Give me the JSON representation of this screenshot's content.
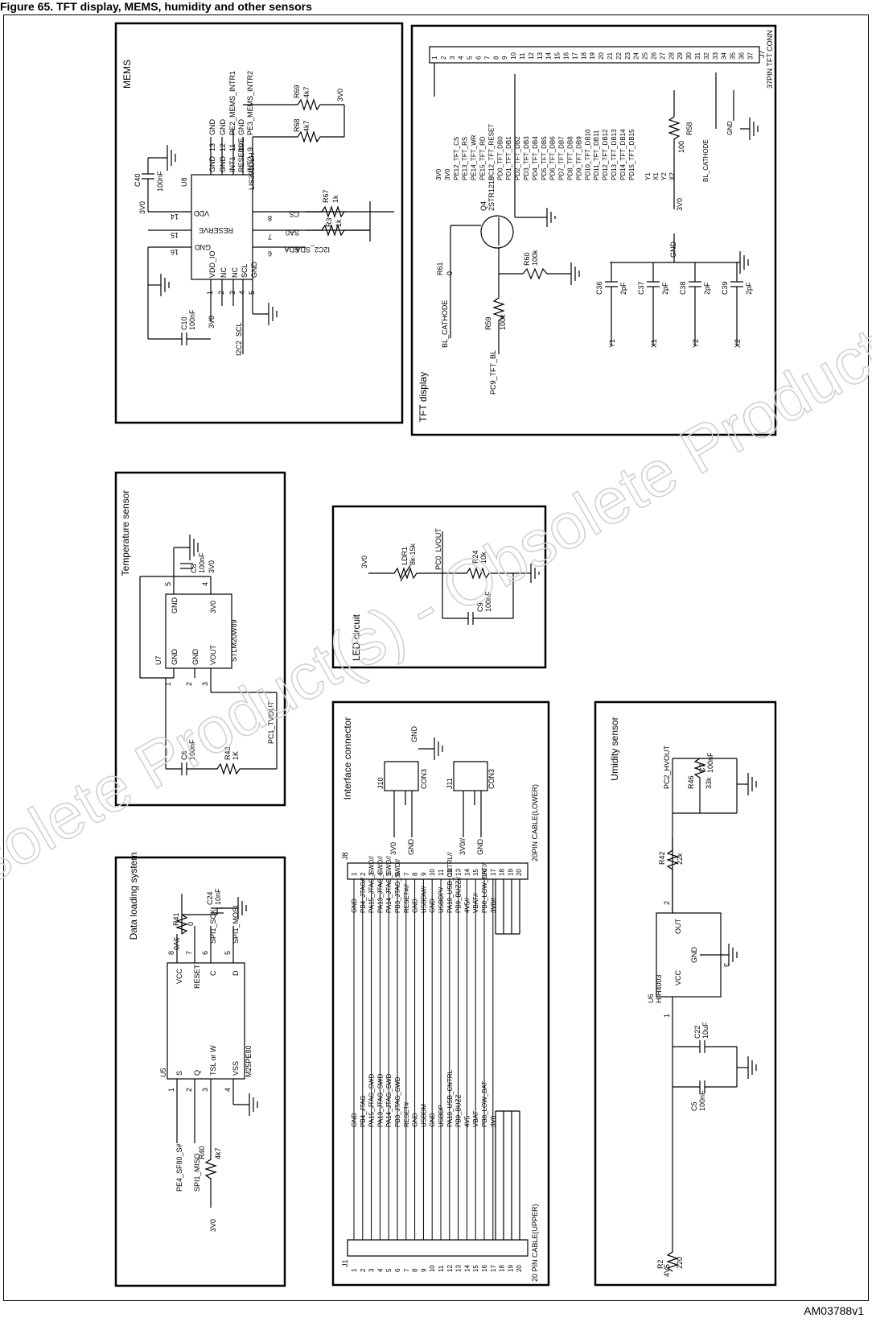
{
  "header": {
    "title": "Figure 65. TFT display, MEMS, humidity and other sensors"
  },
  "footer": {
    "code": "AM03788v1"
  },
  "watermark": {
    "text": "Obsolete Product(s) - Obsolete Product(s)"
  },
  "panels": {
    "mems": {
      "title": "MEMS",
      "chip_ref": "U8",
      "chip_part": "LIS331DLH",
      "pins_left": [
        {
          "num": "1",
          "name": "VDD_IO",
          "net": "3V0"
        },
        {
          "num": "2",
          "name": "NC",
          "net": ""
        },
        {
          "num": "3",
          "name": "NC",
          "net": ""
        },
        {
          "num": "4",
          "name": "SCL",
          "net": "I2C2_SCL"
        },
        {
          "num": "5",
          "name": "GND",
          "net": ""
        }
      ],
      "pins_bottom": [
        {
          "num": "6",
          "name": "SDA",
          "net": "I2C2_SDA"
        },
        {
          "num": "7",
          "name": "SA0",
          "net": ""
        },
        {
          "num": "8",
          "name": "CS",
          "net": ""
        }
      ],
      "pins_right": [
        {
          "num": "9",
          "name": "INT2",
          "net": "PE3_MEMS_INTR2"
        },
        {
          "num": "10",
          "name": "RESERVE",
          "net": "GND"
        },
        {
          "num": "11",
          "name": "INT1",
          "net": "PE2_MEMS_INTR1"
        },
        {
          "num": "12",
          "name": "GND",
          "net": "GND"
        },
        {
          "num": "13",
          "name": "GND",
          "net": "GND"
        }
      ],
      "pins_top": [
        {
          "num": "14",
          "name": "VDD",
          "net": "3V0"
        },
        {
          "num": "15",
          "name": "RESERVE",
          "net": ""
        },
        {
          "num": "16",
          "name": "GND",
          "net": ""
        }
      ],
      "components": [
        {
          "ref": "C10",
          "value": "100nF"
        },
        {
          "ref": "C40",
          "value": "100nF"
        },
        {
          "ref": "R67",
          "value": "1k"
        },
        {
          "ref": "R3",
          "value": "1k"
        },
        {
          "ref": "R68",
          "value": "4k7"
        },
        {
          "ref": "R69",
          "value": "4k7"
        }
      ],
      "net_3v0": "3V0"
    },
    "tft": {
      "title": "TFT display",
      "connector_ref": "J7",
      "connector_name": "37PIN TFT CONN",
      "pins": [
        "1",
        "2",
        "3",
        "4",
        "5",
        "6",
        "7",
        "8",
        "9",
        "10",
        "11",
        "12",
        "13",
        "14",
        "15",
        "16",
        "17",
        "18",
        "19",
        "20",
        "21",
        "22",
        "23",
        "24",
        "25",
        "26",
        "27",
        "28",
        "29",
        "30",
        "31",
        "32",
        "33",
        "34",
        "35",
        "36",
        "37"
      ],
      "nets": [
        "3V0",
        "3V0",
        "PE12_TFT_CS",
        "PE13_TFT_RS",
        "PE14_TFT_WR",
        "PE15_TFT_RD",
        "PC12_TFT_RESET",
        "PD0_TFT_DB0",
        "PD1_TFT_DB1",
        "PD2_TFT_DB2",
        "PD3_TFT_DB3",
        "PD4_TFT_DB4",
        "PD5_TFT_DB5",
        "PD6_TFT_DB6",
        "PD7_TFT_DB7",
        "PD8_TFT_DB8",
        "PD9_TFT_DB9",
        "PD10_TFT_DB10",
        "PD11_TFT_DB11",
        "PD12_TFT_DB12",
        "PD13_TFT_DB13",
        "PD14_TFT_DB14",
        "PD15_TFT_DB15",
        "Y1",
        "X1",
        "Y2",
        "X2",
        "BL_CATHODE",
        "GND"
      ],
      "transistor_ref": "Q4",
      "transistor_part": "2STR1215",
      "components": [
        {
          "ref": "R61",
          "value": "0"
        },
        {
          "ref": "R60",
          "value": "100k"
        },
        {
          "ref": "R59",
          "value": "100k"
        },
        {
          "ref": "R58",
          "value": "100"
        },
        {
          "ref": "C36",
          "value": "2pF"
        },
        {
          "ref": "C37",
          "value": "2pF"
        },
        {
          "ref": "C38",
          "value": "2pF"
        },
        {
          "ref": "C39",
          "value": "2pF"
        }
      ],
      "cap_nets": [
        "Y1",
        "X1",
        "Y2",
        "X2"
      ],
      "bl_cathode": "BL_CATHODE",
      "bl_net": "PC9_TFT_BL",
      "gnd": "GND",
      "v3": "3V0"
    },
    "temp": {
      "title": "Temperature sensor",
      "chip_ref": "U7",
      "chip_part": "STLM20W89",
      "pins": [
        "GND",
        "GND",
        "GND",
        "VOUT",
        "3V0"
      ],
      "pin_nums": [
        "1",
        "2",
        "3",
        "4",
        "5"
      ],
      "components": [
        {
          "ref": "C8",
          "value": "100nF"
        },
        {
          "ref": "C6",
          "value": "100nF"
        },
        {
          "ref": "R43",
          "value": "1K"
        }
      ],
      "net_out": "PC1_TVOUT",
      "net_v": "3V0"
    },
    "led": {
      "title": "LED circuit",
      "net_v": "3V0",
      "net_out": "PC0_LVOUT",
      "components": [
        {
          "ref": "LDR1",
          "value": "8k-15k"
        },
        {
          "ref": "R24",
          "value": "10k"
        },
        {
          "ref": "C9",
          "value": "100nF"
        }
      ]
    },
    "data": {
      "title": "Data loading system",
      "chip_ref": "U5",
      "chip_part": "M25PE80",
      "left_pins": [
        {
          "num": "1",
          "name": "S",
          "net": "PE4_SF80_S#"
        },
        {
          "num": "2",
          "name": "Q",
          "net": "SPI1_MISO"
        },
        {
          "num": "3",
          "name": "TSL or W",
          "net": "3V0"
        },
        {
          "num": "4",
          "name": "VSS",
          "net": ""
        }
      ],
      "right_pins": [
        {
          "num": "8",
          "name": "VCC",
          "net": "3V0"
        },
        {
          "num": "7",
          "name": "RESET",
          "net": ""
        },
        {
          "num": "6",
          "name": "C",
          "net": "SPI1_SCK"
        },
        {
          "num": "5",
          "name": "D",
          "net": "SPI1_MOSI"
        }
      ],
      "components": [
        {
          "ref": "R41",
          "value": "0"
        },
        {
          "ref": "C24",
          "value": "10nF"
        },
        {
          "ref": "R40",
          "value": "4k7"
        }
      ]
    },
    "iface": {
      "title": "Interface connector",
      "j1_ref": "J1",
      "j1_name": "20 PIN CABLE(UPPER)",
      "j8_ref": "J8",
      "j8_name": "20PIN CABLE(LOWER)",
      "pins": [
        "1",
        "2",
        "3",
        "4",
        "5",
        "6",
        "7",
        "8",
        "9",
        "10",
        "11",
        "12",
        "13",
        "14",
        "15",
        "16",
        "17",
        "18",
        "19",
        "20"
      ],
      "nets_left": [
        "GND",
        "PB4_JTAG",
        "PA15_JTAG_SWD",
        "PA13_JTAG_SWD",
        "PA14_JTAG_SWD",
        "PB3_JTAG_SWD",
        "RESET#",
        "GND",
        "USBDM",
        "GND",
        "USBDP",
        "PA10_USB_CNTRL",
        "PB9_BUZZ",
        "4V5",
        "VBAT",
        "PB8_LOW_BAT",
        "3V0",
        "",
        "",
        ""
      ],
      "nets_right": [
        "GND",
        "PB4_JTAG//",
        "PA15_JTAG_SWD//",
        "PA13_JTAG_SWD//",
        "PA14_JTAG_SWD//",
        "PB3_JTAG_SWD//",
        "RESET#//",
        "GND",
        "USBDM//",
        "GND",
        "USBDP//",
        "PA10_USB_CNTRL//",
        "PB9_BUZZ//",
        "4V5//",
        "VBAT//",
        "PB8_LOW_BAT//",
        "3V0//",
        "",
        "",
        ""
      ],
      "j10_ref": "J10",
      "j10_name": "CON3",
      "j11_ref": "J11",
      "j11_name": "CON3",
      "j10_nets": [
        "3V0",
        "GND"
      ],
      "j11_nets": [
        "3V0//",
        "GND"
      ],
      "gnd": "GND"
    },
    "humid": {
      "title": "Umidity sensor",
      "chip_ref": "U6",
      "chip_part": "HIH4003",
      "pins": [
        {
          "num": "1",
          "name": "VCC"
        },
        {
          "num": "3",
          "name": "GND"
        },
        {
          "num": "2",
          "name": "OUT"
        }
      ],
      "net_out": "PC2_HVOUT",
      "net_in": "4V5",
      "components": [
        {
          "ref": "R2",
          "value": "220"
        },
        {
          "ref": "C5",
          "value": "100nF"
        },
        {
          "ref": "C22",
          "value": "10uF"
        },
        {
          "ref": "R42",
          "value": "22k"
        },
        {
          "ref": "R46",
          "value": "33k"
        },
        {
          "ref": "C7",
          "value": "100nF"
        }
      ]
    }
  }
}
